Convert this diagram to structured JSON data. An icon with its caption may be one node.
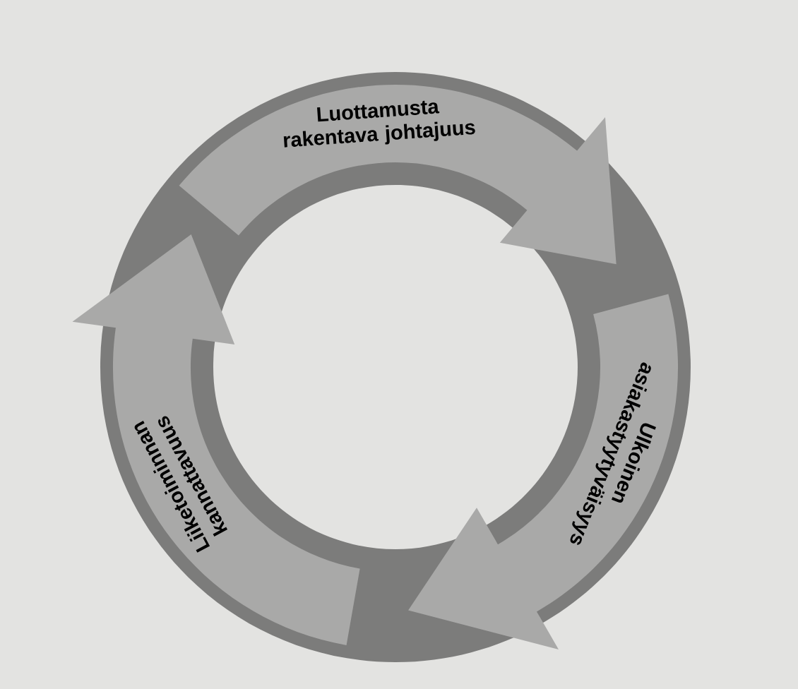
{
  "diagram": {
    "nodes": [
      {
        "text": [
          "Luottamusta rakentava johtajuus"
        ]
      },
      {
        "text": [
          "Ulkoinen asiakastyytyväisyys"
        ]
      },
      {
        "text": [
          "Liiketoiminnan kannattavuus"
        ]
      }
    ]
  }
}
